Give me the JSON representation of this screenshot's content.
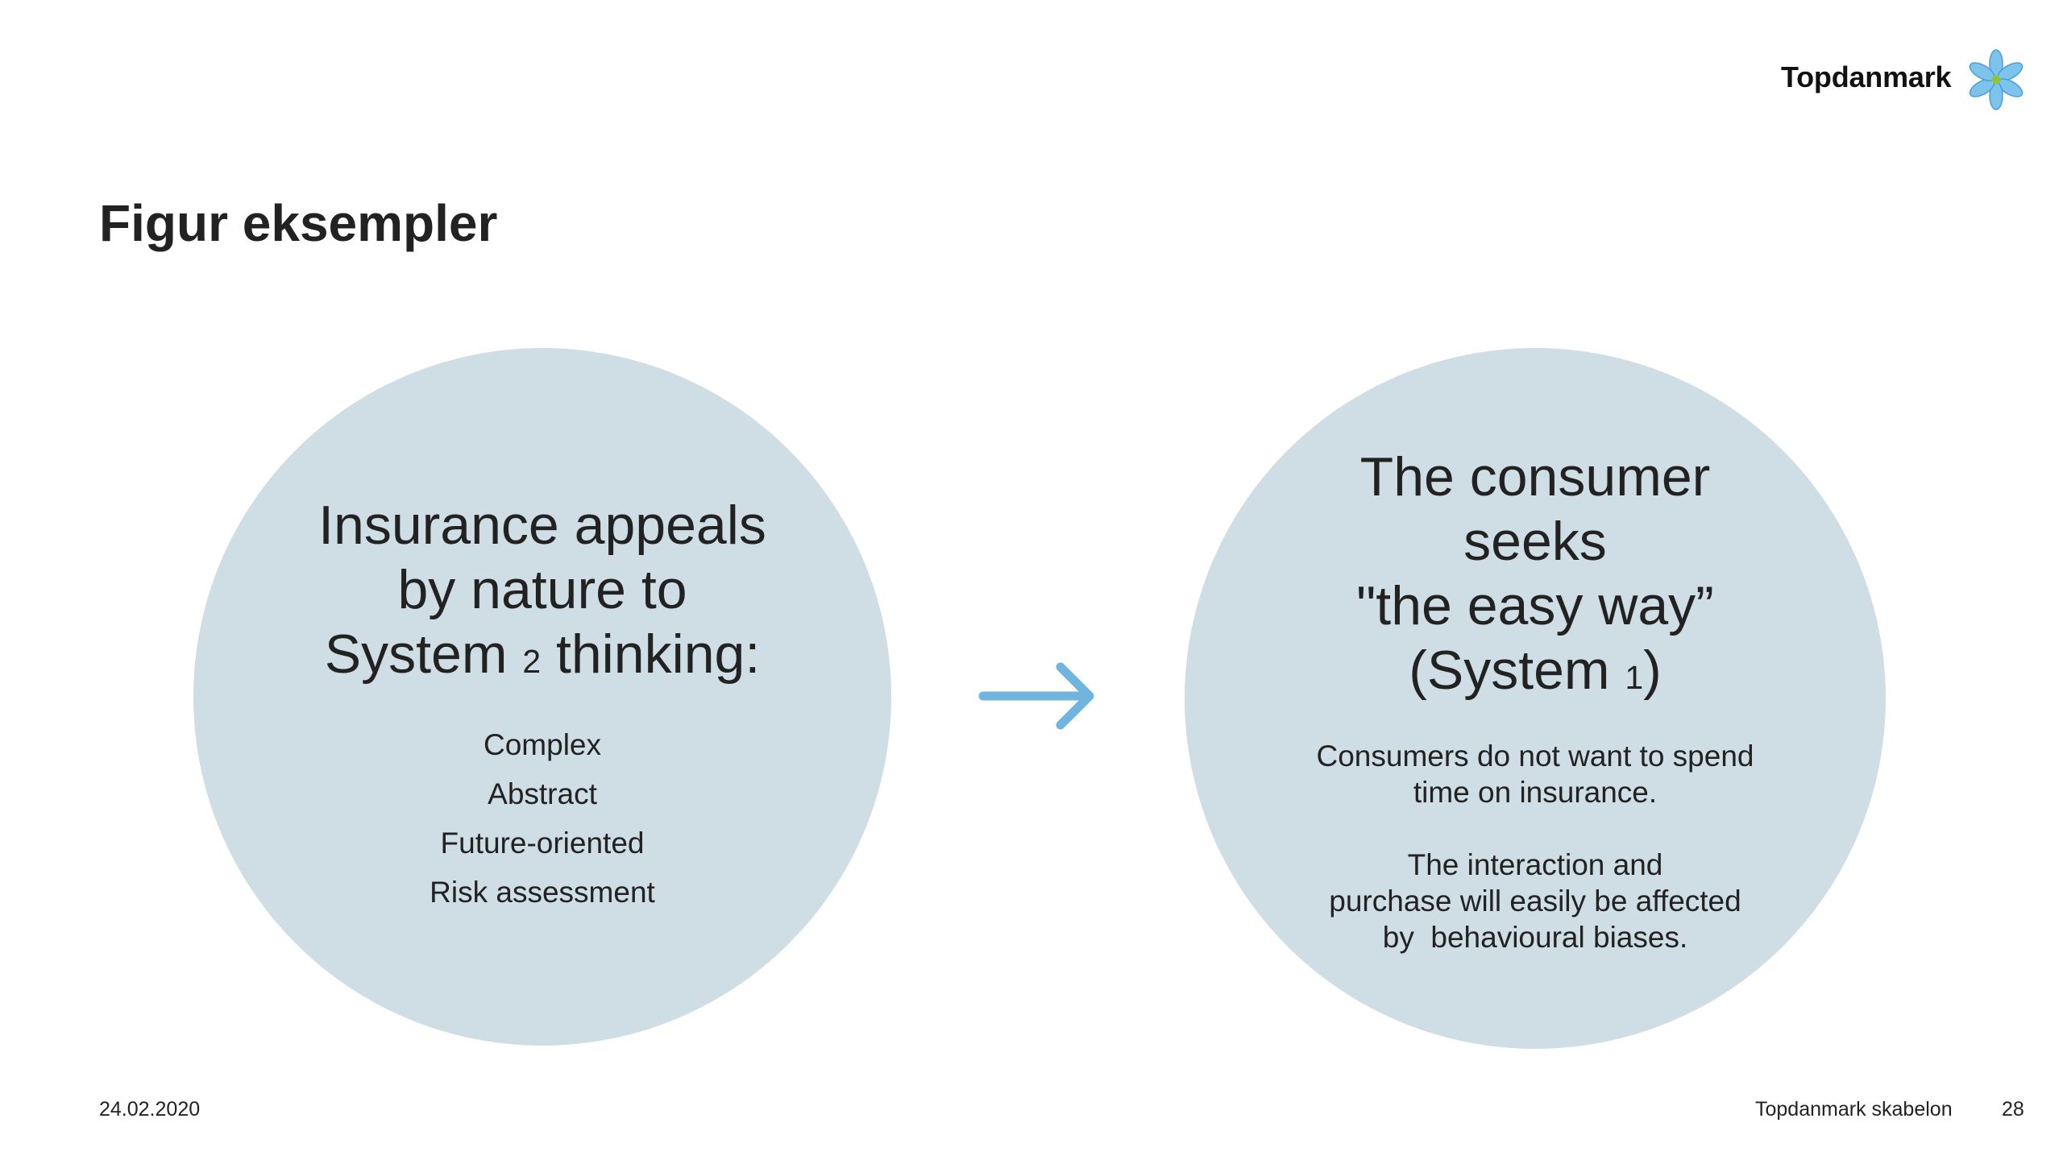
{
  "logo": {
    "text": "Topdanmark"
  },
  "title": "Figur eksempler",
  "left_circle": {
    "headline": {
      "line1": "Insurance appeals",
      "line2": "by nature to",
      "line3_pre": "System ",
      "line3_sub": "2",
      "line3_post": " thinking:"
    },
    "items": [
      "Complex",
      "Abstract",
      "Future-oriented",
      "Risk assessment"
    ]
  },
  "right_circle": {
    "headline": {
      "line1": "The consumer",
      "line2": "seeks",
      "line3": "\"the easy way”",
      "line4_pre": "(System ",
      "line4_sub": "1",
      "line4_post": ")"
    },
    "paragraph1": {
      "line1": "Consumers do not want to spend",
      "line2": "time on insurance."
    },
    "paragraph2": {
      "line1": "The interaction and",
      "line2": "purchase will easily be affected",
      "line3": "by  behavioural biases."
    }
  },
  "footer": {
    "date": "24.02.2020",
    "template": "Topdanmark skabelon",
    "page": "28"
  },
  "colors": {
    "circle": "#cfdde4",
    "arrow": "#6fb5e0",
    "text": "#222222"
  },
  "icons": {
    "logo_mark": "flower-logo-icon",
    "arrow": "arrow-right-icon"
  }
}
